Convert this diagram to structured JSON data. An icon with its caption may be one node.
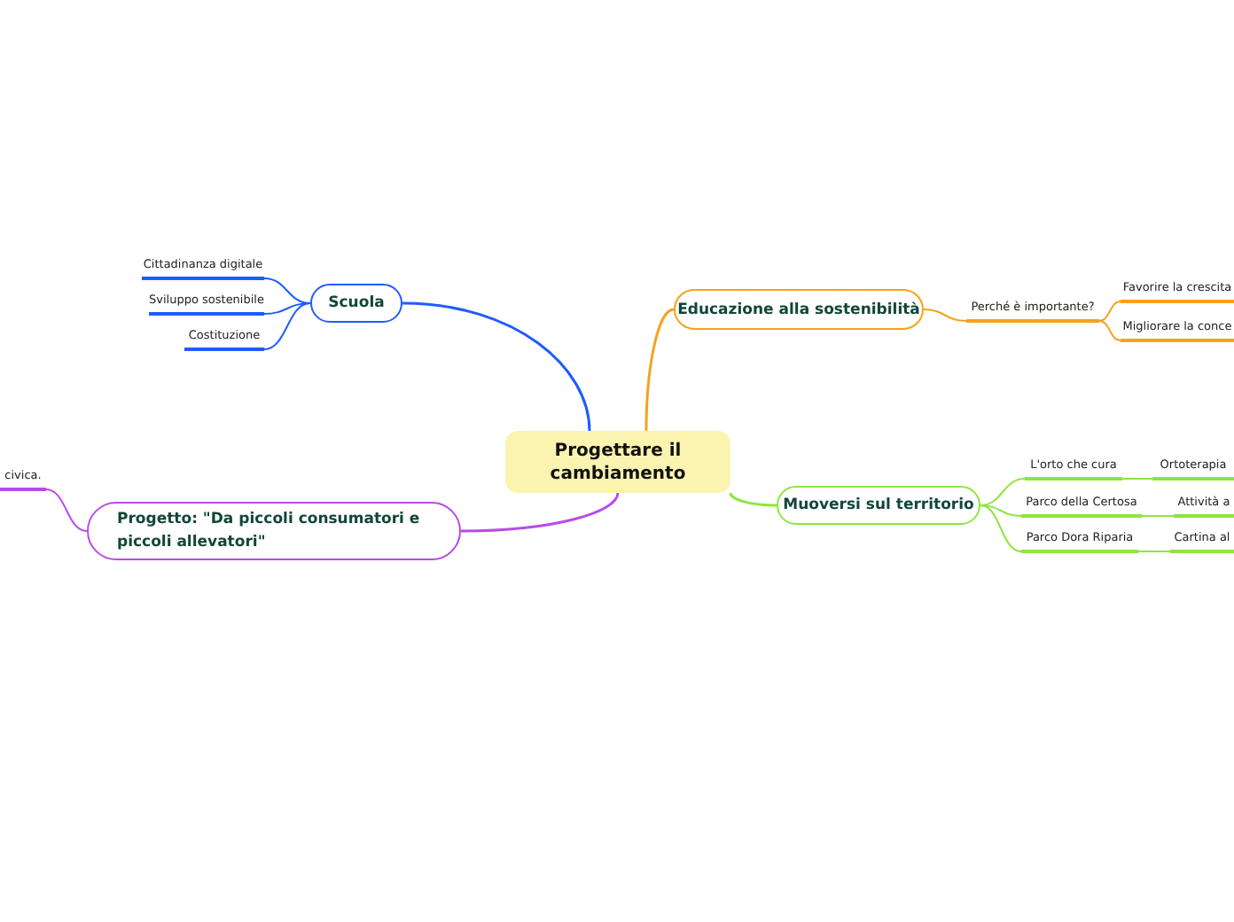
{
  "diagram": {
    "nodes": [
      {
        "text": [
          "Progettare il cambiamento"
        ]
      },
      {
        "text": [
          "Scuola"
        ]
      },
      {
        "text": [
          "Cittadinanza digitale"
        ]
      },
      {
        "text": [
          "Sviluppo sostenibile"
        ]
      },
      {
        "text": [
          "Costituzione"
        ]
      },
      {
        "text": [
          "Educazione alla sostenibilità"
        ]
      },
      {
        "text": [
          "Perché è importante?"
        ]
      },
      {
        "text": [
          "Favorire la crescita"
        ]
      },
      {
        "text": [
          "Migliorare la conce"
        ]
      },
      {
        "text": [
          "Muoversi sul territorio"
        ]
      },
      {
        "text": [
          "L'orto che cura"
        ]
      },
      {
        "text": [
          "Ortoterapia"
        ]
      },
      {
        "text": [
          "Parco della Certosa"
        ]
      },
      {
        "text": [
          "Attività a"
        ]
      },
      {
        "text": [
          "Parco Dora Riparia"
        ]
      },
      {
        "text": [
          "Cartina al"
        ]
      },
      {
        "text": [
          "Progetto: \"Da piccoli consumatori e piccoli allevatori\""
        ]
      },
      {
        "text": [
          "civica."
        ]
      }
    ],
    "edges": [
      {
        "from": 0,
        "to": 1,
        "arrow": "none",
        "color": "#1f5cff"
      },
      {
        "from": 1,
        "to": 2,
        "arrow": "none",
        "color": "#1f5cff"
      },
      {
        "from": 1,
        "to": 3,
        "arrow": "none",
        "color": "#1f5cff"
      },
      {
        "from": 1,
        "to": 4,
        "arrow": "none",
        "color": "#1f5cff"
      },
      {
        "from": 0,
        "to": 5,
        "arrow": "none",
        "color": "#f7a21b"
      },
      {
        "from": 5,
        "to": 6,
        "arrow": "none",
        "color": "#f7a21b"
      },
      {
        "from": 6,
        "to": 7,
        "arrow": "none",
        "color": "#f7a21b"
      },
      {
        "from": 6,
        "to": 8,
        "arrow": "none",
        "color": "#f7a21b"
      },
      {
        "from": 0,
        "to": 9,
        "arrow": "none",
        "color": "#8ee53f"
      },
      {
        "from": 9,
        "to": 10,
        "arrow": "none",
        "color": "#8ee53f"
      },
      {
        "from": 9,
        "to": 12,
        "arrow": "none",
        "color": "#8ee53f"
      },
      {
        "from": 9,
        "to": 14,
        "arrow": "none",
        "color": "#8ee53f"
      },
      {
        "from": 10,
        "to": 11,
        "arrow": "none",
        "color": "#8ee53f"
      },
      {
        "from": 12,
        "to": 13,
        "arrow": "none",
        "color": "#8ee53f"
      },
      {
        "from": 14,
        "to": 15,
        "arrow": "none",
        "color": "#8ee53f"
      },
      {
        "from": 0,
        "to": 16,
        "arrow": "none",
        "color": "#b84ce8"
      },
      {
        "from": 16,
        "to": 17,
        "arrow": "none",
        "color": "#b84ce8"
      }
    ]
  }
}
